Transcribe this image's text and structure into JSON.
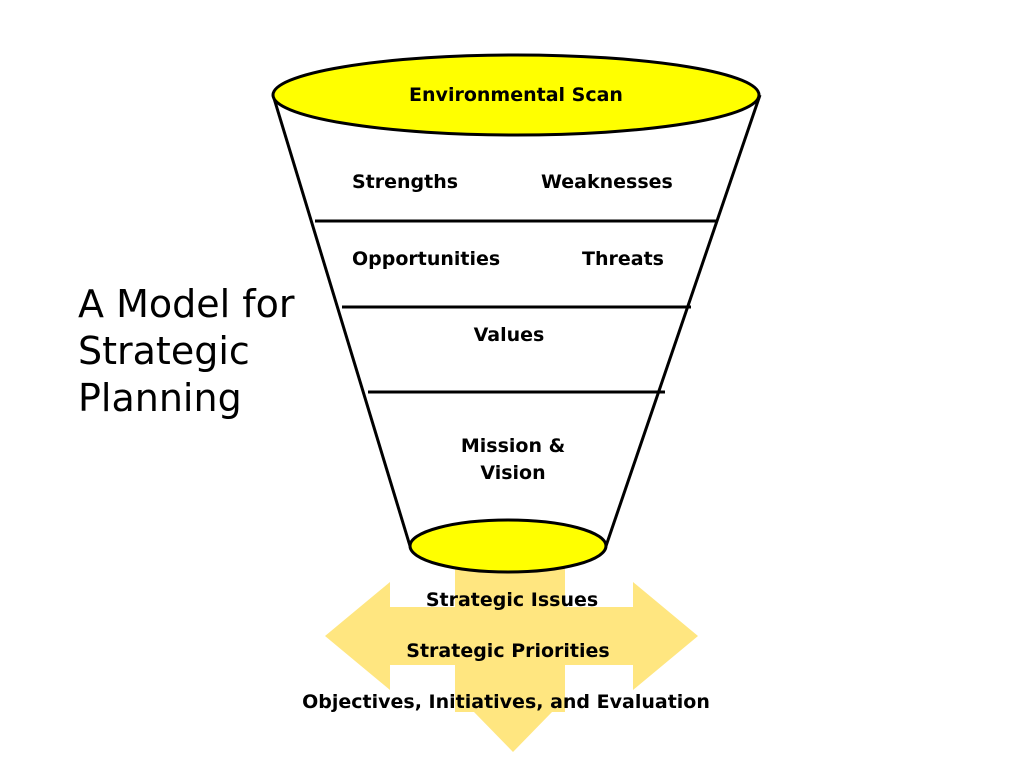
{
  "title_lines": [
    "A Model for",
    "Strategic",
    "Planning"
  ],
  "funnel": {
    "top_label": "Environmental Scan",
    "row1": {
      "left": "Strengths",
      "right": "Weaknesses"
    },
    "row2": {
      "left": "Opportunities",
      "right": "Threats"
    },
    "row3": "Values",
    "row4_lines": [
      "Mission &",
      "Vision"
    ]
  },
  "outputs": [
    "Strategic Issues",
    "Strategic Priorities",
    "Objectives, Initiatives, and Evaluation"
  ],
  "colors": {
    "ellipse_fill": "#ffff00",
    "arrow_fill": "#ffe680",
    "outline": "#000000"
  }
}
